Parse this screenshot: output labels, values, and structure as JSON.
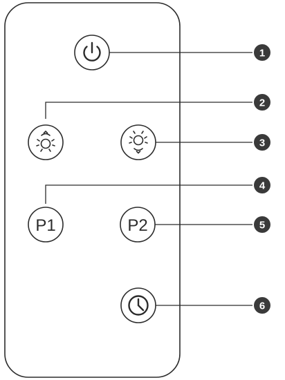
{
  "remote": {
    "buttons": [
      {
        "id": "power",
        "icon": "power-icon"
      },
      {
        "id": "brightness-up",
        "icon": "sun-arrow-up-icon"
      },
      {
        "id": "brightness-down",
        "icon": "sun-arrow-down-icon"
      },
      {
        "id": "preset-1",
        "label": "P1"
      },
      {
        "id": "preset-2",
        "label": "P2"
      },
      {
        "id": "timer",
        "icon": "clock-icon"
      }
    ]
  },
  "callouts": [
    "1",
    "2",
    "3",
    "4",
    "5",
    "6"
  ],
  "colors": {
    "outline": "#2b2b2b",
    "callout_fill": "#3a3a3a",
    "background": "#ffffff"
  }
}
